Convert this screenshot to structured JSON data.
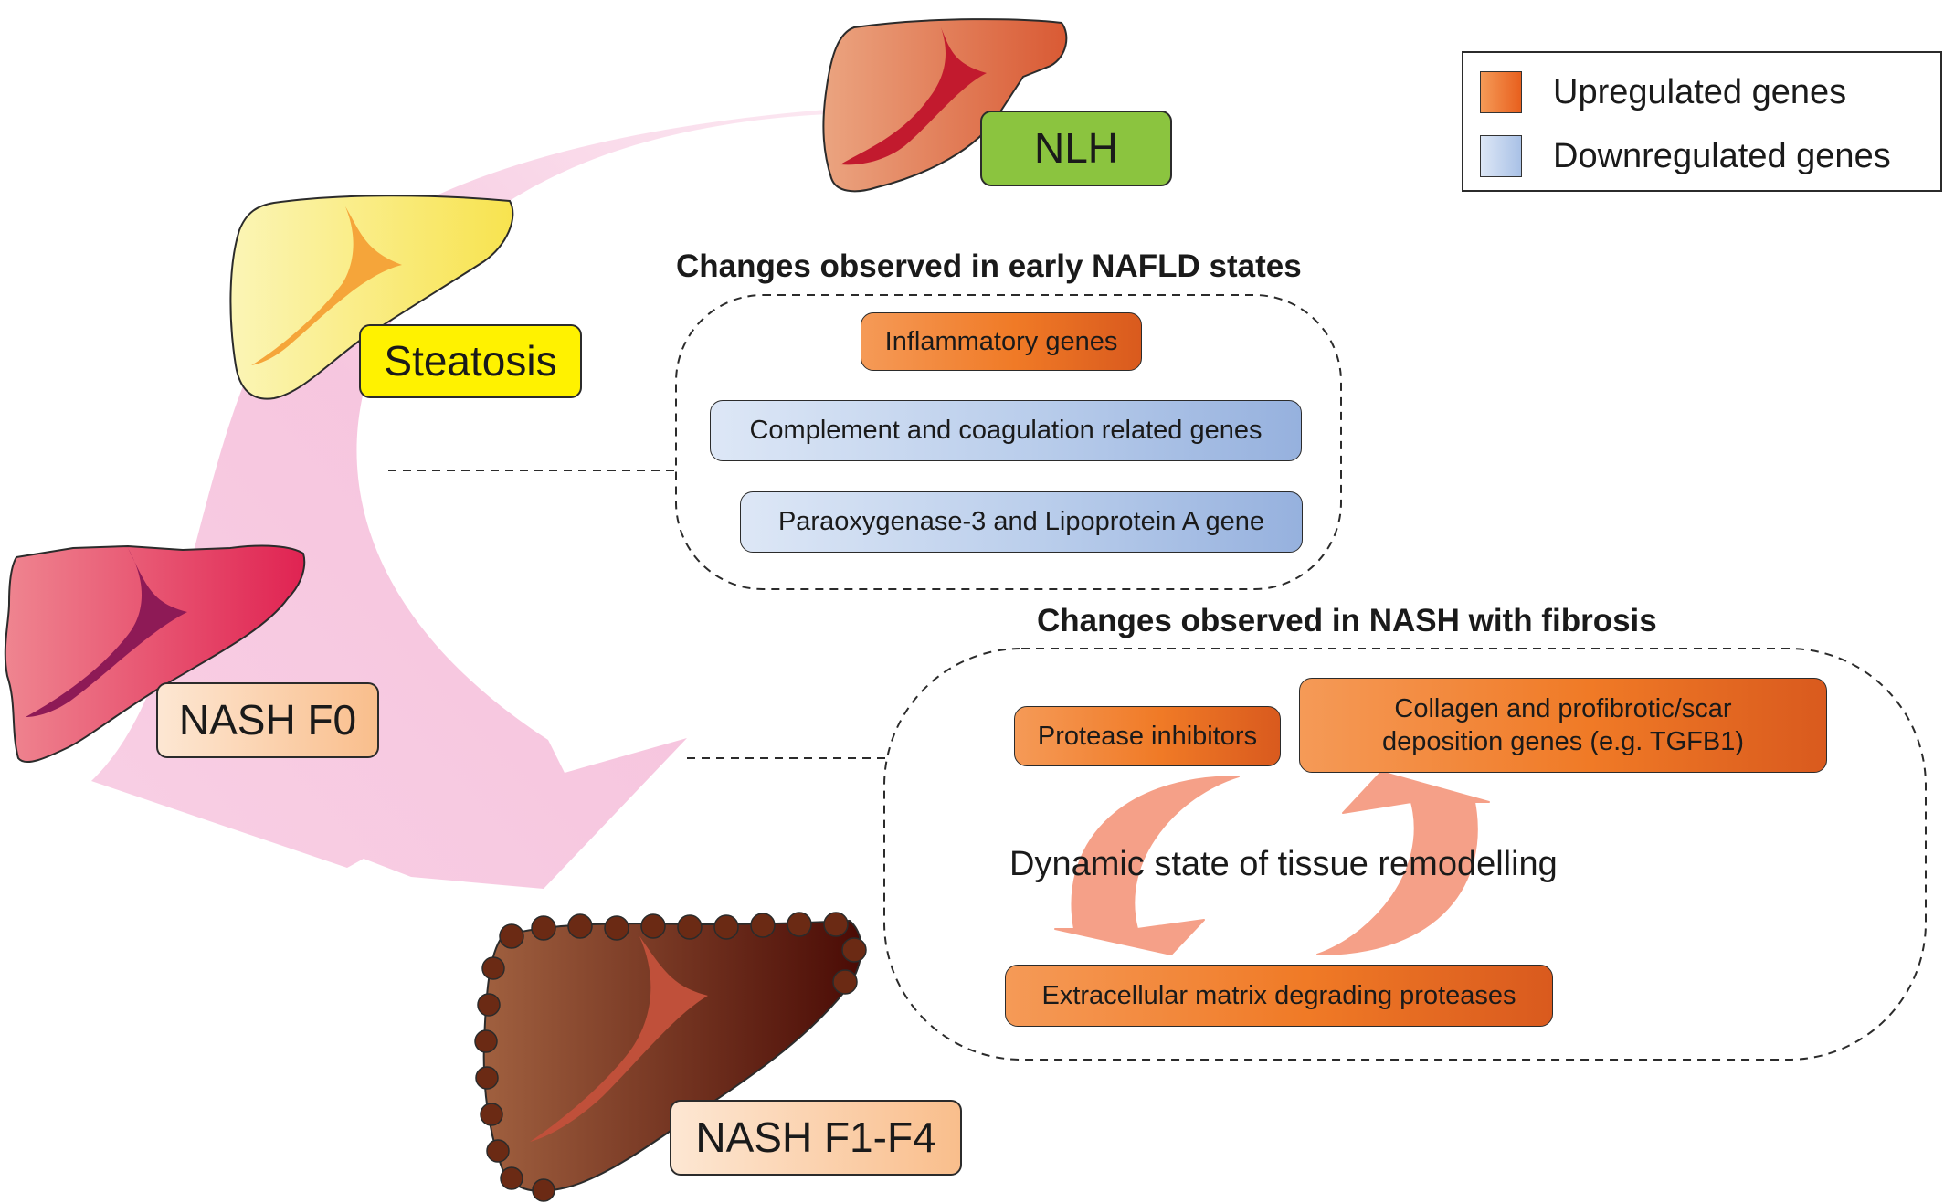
{
  "colors": {
    "upregulated": "#f07a26",
    "downregulated": "#b9cdeb",
    "nlh_label": "#8bc43f",
    "steatosis_label": "#fff200",
    "nash_label": "#fbd3ad",
    "progression_arrow": "#f5bcd9",
    "remodelling_arrows": "#f5a088"
  },
  "legend": {
    "items": [
      {
        "label": "Upregulated genes",
        "color": "#f07a26",
        "icon": "orange-swatch"
      },
      {
        "label": "Downregulated genes",
        "color": "#b9cdeb",
        "icon": "blue-swatch"
      }
    ]
  },
  "stages": {
    "nlh": "NLH",
    "steatosis": "Steatosis",
    "nash_f0": "NASH F0",
    "nash_f1_f4": "NASH F1-F4"
  },
  "early": {
    "heading": "Changes observed in early NAFLD states",
    "genes": [
      {
        "label": "Inflammatory genes",
        "regulation": "up"
      },
      {
        "label": "Complement and coagulation related genes",
        "regulation": "down"
      },
      {
        "label": "Paraoxygenase-3 and Lipoprotein A gene",
        "regulation": "down"
      }
    ]
  },
  "fibrosis": {
    "heading": "Changes observed in NASH with fibrosis",
    "protease_inhibitors": "Protease inhibitors",
    "collagen_line1": "Collagen and profibrotic/scar",
    "collagen_line2": "deposition genes (e.g. TGFB1)",
    "remodelling": "Dynamic state of tissue remodelling",
    "ecm_proteases": "Extracellular matrix degrading proteases"
  }
}
